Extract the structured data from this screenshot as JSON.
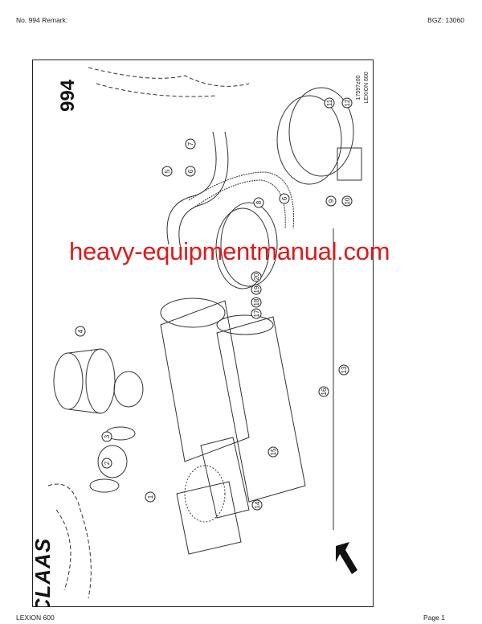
{
  "header": {
    "left": "No. 994   Remark:",
    "right": "BGZ: 13060"
  },
  "footer": {
    "left": "LEXION 600",
    "right": "Page 1"
  },
  "drawing": {
    "page_number": "994",
    "drawing_id": "17597z00",
    "model": "LEXION 600",
    "brand_logo": "CLAAS",
    "callouts": [
      "1",
      "2",
      "3",
      "4",
      "5",
      "6",
      "6",
      "7",
      "8",
      "9",
      "10",
      "11",
      "12",
      "13",
      "14",
      "15",
      "16",
      "17",
      "18",
      "19",
      "20"
    ]
  },
  "watermark": "heavy-equipmentmanual.com"
}
